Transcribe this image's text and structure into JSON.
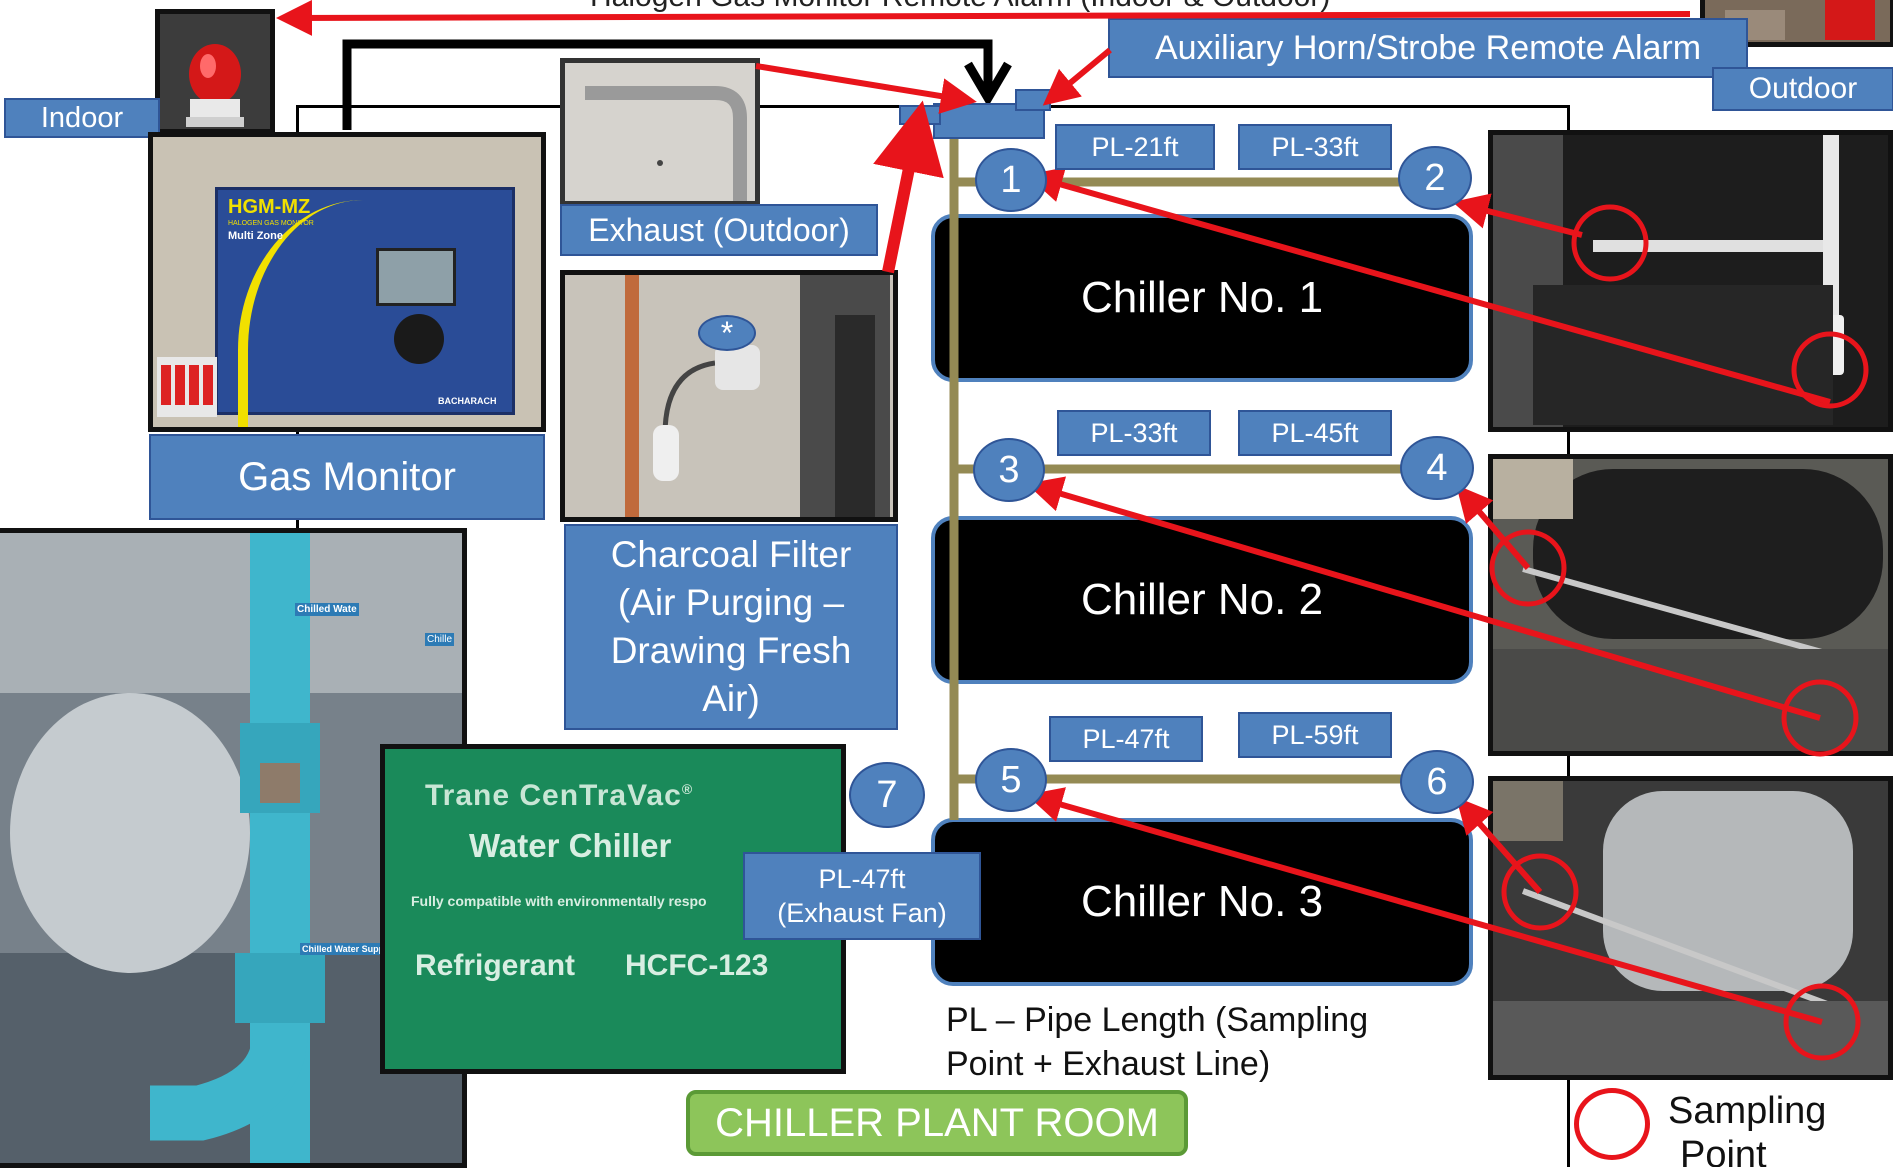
{
  "title_partial": "Halogen Gas Monitor Remote Alarm (Indoor & Outdoor)",
  "labels": {
    "indoor": "Indoor",
    "outdoor": "Outdoor",
    "aux_alarm": "Auxiliary Horn/Strobe Remote Alarm",
    "exhaust": "Exhaust (Outdoor)",
    "gas_monitor": "Gas Monitor",
    "charcoal_line1": "Charcoal Filter",
    "charcoal_line2": "(Air Purging –",
    "charcoal_line3": "Drawing Fresh",
    "charcoal_line4": "Air)",
    "room": "CHILLER PLANT ROOM",
    "legend_pl_line1": "PL – Pipe Length (Sampling",
    "legend_pl_line2": "Point + Exhaust Line)",
    "sampling_point_line1": "Sampling",
    "sampling_point_line2": "Point",
    "asterisk": "*"
  },
  "chillers": [
    {
      "label": "Chiller No. 1"
    },
    {
      "label": "Chiller No. 2"
    },
    {
      "label": "Chiller No. 3"
    }
  ],
  "points": [
    {
      "num": "1",
      "pl": "PL-21ft"
    },
    {
      "num": "2",
      "pl": "PL-33ft"
    },
    {
      "num": "3",
      "pl": "PL-33ft"
    },
    {
      "num": "4",
      "pl": "PL-45ft"
    },
    {
      "num": "5",
      "pl": "PL-47ft"
    },
    {
      "num": "6",
      "pl": "PL-59ft"
    },
    {
      "num": "7",
      "pl_line1": "PL-47ft",
      "pl_line2": "(Exhaust Fan)"
    }
  ],
  "gas_monitor_device": {
    "model": "HGM-MZ",
    "subtitle": "HALOGEN GAS MONITOR",
    "zone": "Multi Zone",
    "brand": "BACHARACH"
  },
  "chiller_plate": {
    "brand": "Trane CenTraVac",
    "reg": "®",
    "line2": "Water Chiller",
    "line3": "Fully compatible with environmentally respo",
    "line4_a": "Refrigerant",
    "line4_b": "HCFC-123",
    "plate_color": "#1a8a5a"
  },
  "pipe_tags": {
    "tag1": "Chilled Wate",
    "tag2": "Chille",
    "tag3": "Chilled Water Supp"
  },
  "colors": {
    "label_blue": "#4f81bd",
    "label_border": "#2f5597",
    "arrow_red": "#e8141b",
    "pipe_tan": "#948a54",
    "room_green": "#8dc55a"
  }
}
